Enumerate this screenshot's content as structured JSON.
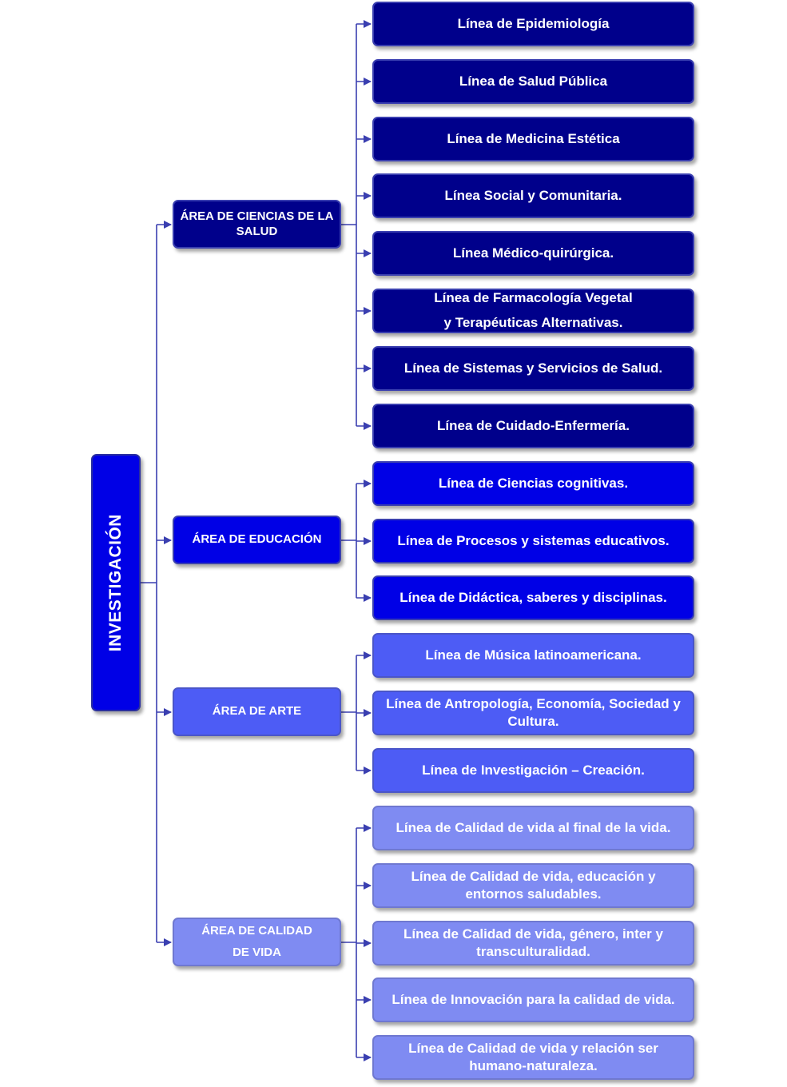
{
  "root": {
    "label": "INVESTIGACIÓN"
  },
  "colors": {
    "root": "#0000e6",
    "area_salud": "#00008b",
    "area_educacion": "#0000e6",
    "area_arte": "#4d5cf5",
    "area_calidad": "#7f8bf2",
    "connector": "#3a3fb0"
  },
  "areas": [
    {
      "label": "ÁREA DE CIENCIAS DE LA SALUD",
      "lines": [
        "Línea de Epidemiología",
        "Línea de Salud Pública",
        "Línea de Medicina Estética",
        "Línea Social y Comunitaria.",
        "Línea Médico-quirúrgica.",
        "Línea de Farmacología Vegetal\ny Terapéuticas Alternativas.",
        "Línea de Sistemas y Servicios de Salud.",
        "Línea de Cuidado-Enfermería."
      ]
    },
    {
      "label": "ÁREA DE EDUCACIÓN",
      "lines": [
        "Línea de Ciencias cognitivas.",
        "Línea de Procesos y sistemas educativos.",
        "Línea de Didáctica, saberes y disciplinas."
      ]
    },
    {
      "label": "ÁREA DE ARTE",
      "lines": [
        "Línea de Música latinoamericana.",
        "Línea de Antropología,  Economía, Sociedad y Cultura.",
        "Línea de Investigación – Creación."
      ]
    },
    {
      "label": "ÁREA DE CALIDAD\nDE VIDA",
      "lines": [
        "Línea de Calidad de vida al final de la vida.",
        "Línea de Calidad de vida, educación y entornos saludables.",
        "Línea de Calidad de vida, género, inter y transculturalidad.",
        "Línea de Innovación para la calidad de vida.",
        "Línea de Calidad de vida y relación ser humano-naturaleza."
      ]
    }
  ]
}
